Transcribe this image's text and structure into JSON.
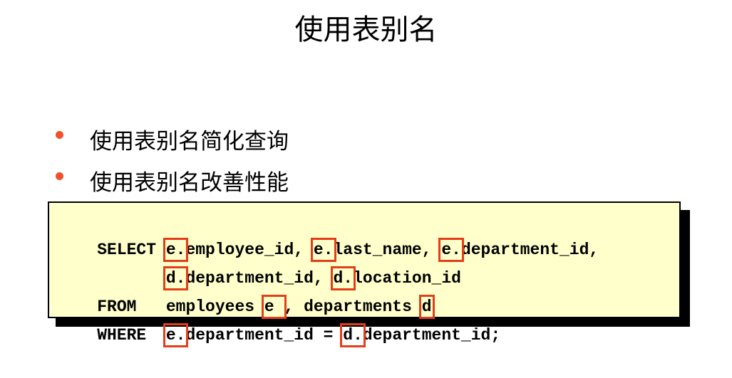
{
  "title": "使用表别名",
  "bullets": [
    {
      "text": "使用表别名简化查询"
    },
    {
      "text": "使用表别名改善性能"
    }
  ],
  "colors": {
    "bullet": "#f0502a",
    "highlight_border": "#e33d1a",
    "code_background": "#ffffcc"
  },
  "code": {
    "lines": [
      {
        "segments": [
          {
            "text": "SELECT ",
            "hl": false
          },
          {
            "text": "e.",
            "hl": true
          },
          {
            "text": "employee_id, ",
            "hl": false
          },
          {
            "text": "e.",
            "hl": true
          },
          {
            "text": "last_name, ",
            "hl": false
          },
          {
            "text": "e.",
            "hl": true
          },
          {
            "text": "department_id,",
            "hl": false
          }
        ]
      },
      {
        "segments": [
          {
            "text": "       ",
            "hl": false
          },
          {
            "text": "d.",
            "hl": true
          },
          {
            "text": "department_id, ",
            "hl": false
          },
          {
            "text": "d.",
            "hl": true
          },
          {
            "text": "location_id",
            "hl": false
          }
        ]
      },
      {
        "segments": [
          {
            "text": "FROM   employees ",
            "hl": false
          },
          {
            "text": "e ",
            "hl": true
          },
          {
            "text": ", departments ",
            "hl": false
          },
          {
            "text": "d",
            "hl": true
          }
        ]
      },
      {
        "segments": [
          {
            "text": "WHERE  ",
            "hl": false
          },
          {
            "text": "e.",
            "hl": true
          },
          {
            "text": "department_id = ",
            "hl": false
          },
          {
            "text": "d.",
            "hl": true
          },
          {
            "text": "department_id;",
            "hl": false
          }
        ]
      }
    ]
  }
}
